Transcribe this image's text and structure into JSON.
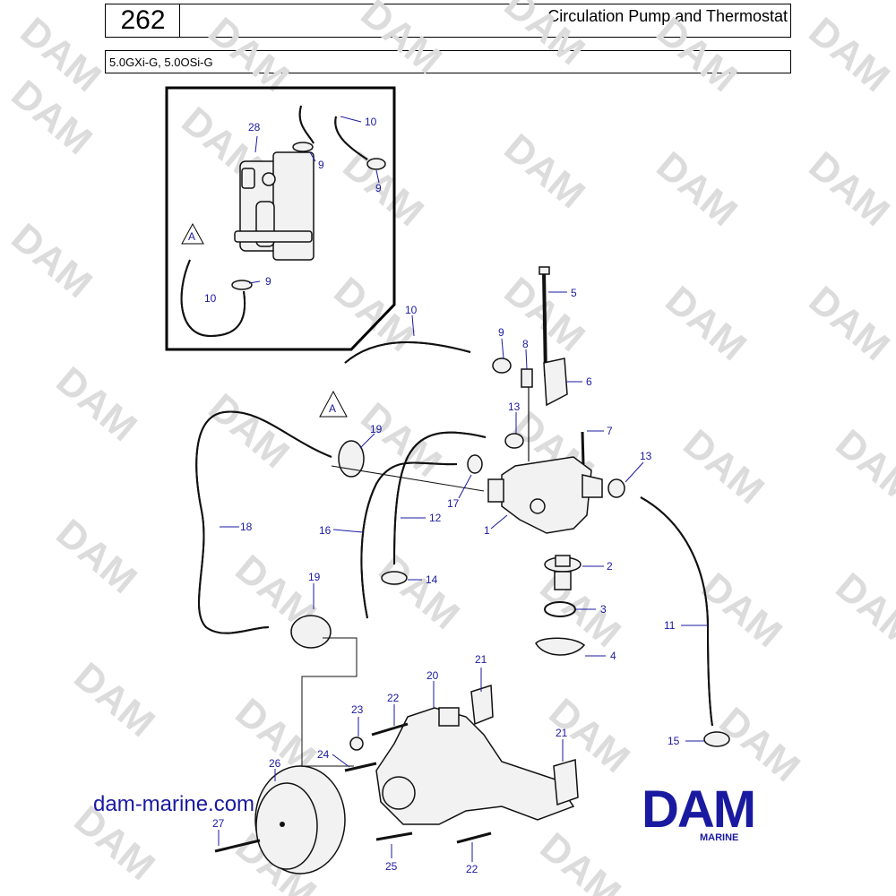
{
  "header": {
    "page_number": "262",
    "title": "Circulation Pump and Thermostat",
    "models": "5.0GXi-G, 5.0OSi-G"
  },
  "watermark": "DAM",
  "footer": {
    "website": "dam-marine.com",
    "logo": "DAM",
    "logo_sub": "MARINE"
  },
  "callouts": {
    "c28": "28",
    "c10a": "10",
    "c9a": "9",
    "c9b": "9",
    "cAa": "A",
    "c10b": "10",
    "c9c": "9",
    "c5": "5",
    "c10c": "10",
    "c9d": "9",
    "c8": "8",
    "c6": "6",
    "cAb": "A",
    "c13a": "13",
    "c7": "7",
    "c19a": "19",
    "c13b": "13",
    "c17": "17",
    "c1": "1",
    "c16": "16",
    "c12": "12",
    "c18": "18",
    "c2": "2",
    "c14": "14",
    "c19b": "19",
    "c3": "3",
    "c11": "11",
    "c4": "4",
    "c20": "20",
    "c21a": "21",
    "c22a": "22",
    "c23": "23",
    "c24": "24",
    "c21b": "21",
    "c15": "15",
    "c26": "26",
    "c27": "27",
    "c25": "25",
    "c22b": "22"
  },
  "colors": {
    "label": "#1a1aa0",
    "watermark": "#dcdcdc"
  }
}
